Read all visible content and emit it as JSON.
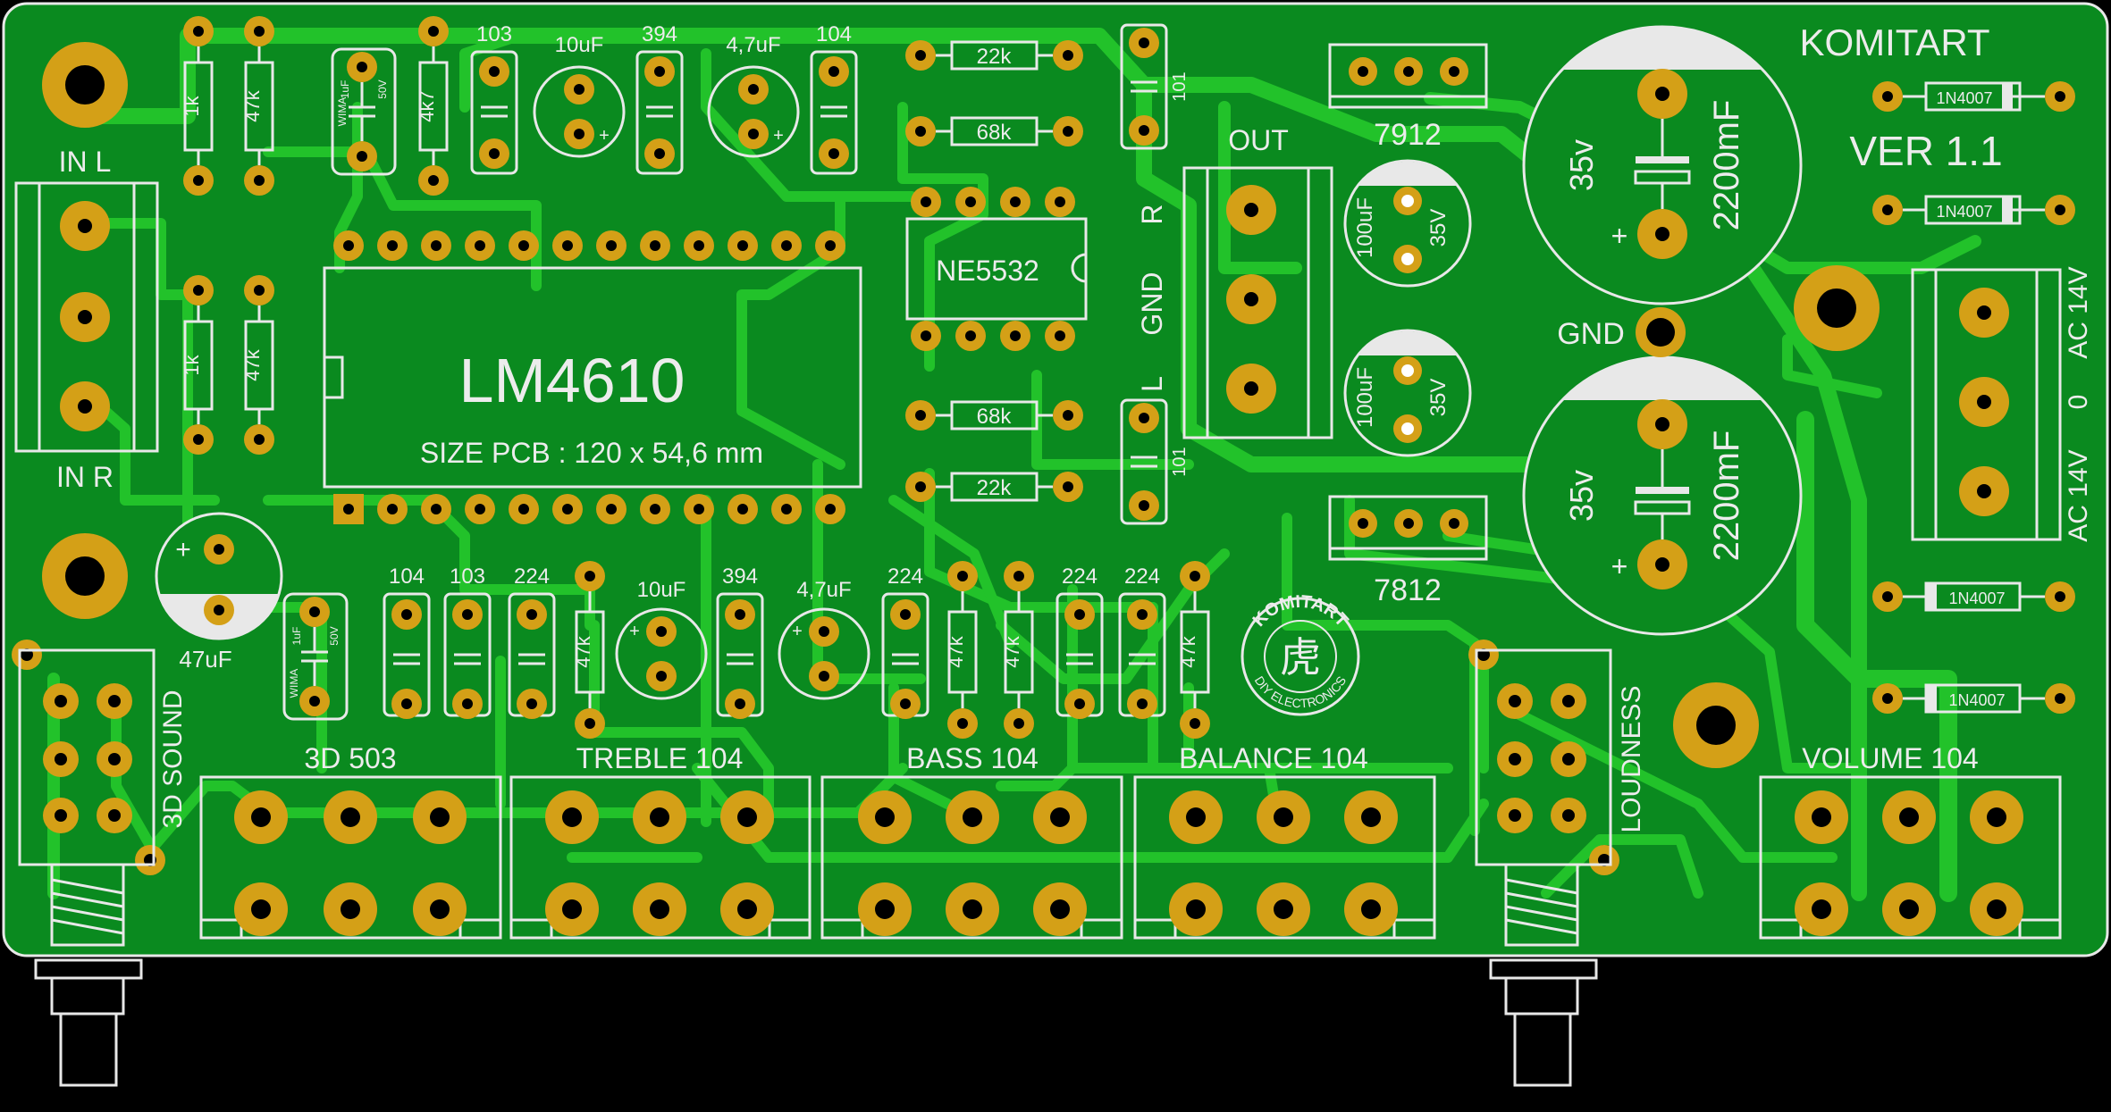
{
  "board": {
    "brand": "KOMITART",
    "version": "VER 1.1",
    "chip_main": "LM4610",
    "size_note": "SIZE PCB : 120 x 54,6 mm",
    "chip_opamp": "NE5532",
    "logo_ring": "KOMITART",
    "logo_sub": "DIY ELECTRONICS",
    "logo_glyph": "虎"
  },
  "connectors": {
    "in_l": "IN L",
    "in_r": "IN R",
    "out": "OUT",
    "out_r": "R",
    "out_gnd": "GND",
    "out_l": "L",
    "gnd": "GND",
    "ac_top": "AC 14V",
    "ac_mid": "0",
    "ac_bot": "AC 14V"
  },
  "regulators": {
    "neg": "7912",
    "pos": "7812"
  },
  "controls": {
    "sound3d": "3D SOUND",
    "loudness": "LOUDNESS",
    "pot_3d": "3D  503",
    "pot_treble": "TREBLE  104",
    "pot_bass": "BASS  104",
    "pot_balance": "BALANCE  104",
    "pot_volume": "VOLUME  104"
  },
  "components": {
    "r_1k": "1k",
    "r_47k": "47k",
    "r_4k7": "4k7",
    "r_22k": "22k",
    "r_68k": "68k",
    "c_103": "103",
    "c_104": "104",
    "c_224": "224",
    "c_394": "394",
    "c_101": "101",
    "c_10uf": "10uF",
    "c_47uf_small": "4,7uF",
    "c_47uf": "47uF",
    "wima_a": "WIMA",
    "wima_b": "1uF",
    "wima_c": "50V",
    "c_100uf": "100uF",
    "c_35v": "35V",
    "big_v": "35v",
    "big_cap": "2200mF",
    "diode": "1N4007",
    "plus": "+"
  }
}
